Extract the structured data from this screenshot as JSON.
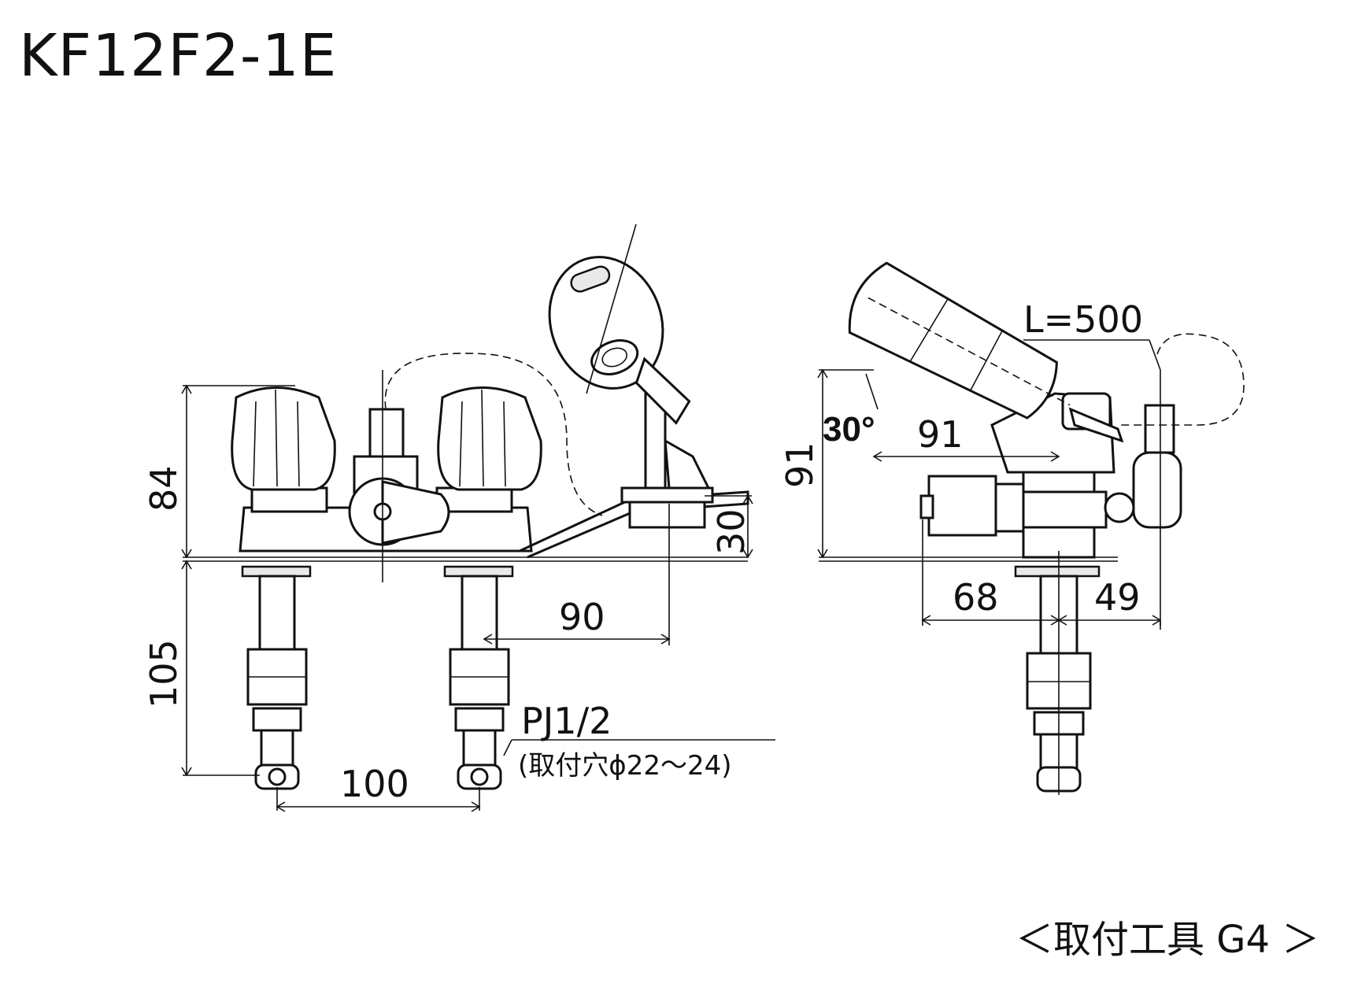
{
  "title": "KF12F2-1E",
  "front_view": {
    "height_above_deck": "84",
    "height_below_deck": "105",
    "deck_to_holder": "30",
    "holder_offset": "90",
    "hole_pitch": "100",
    "thread": "PJ1/2",
    "hole_note": "(取付穴ϕ22～24)"
  },
  "side_view": {
    "hose_length": "L=500",
    "angle": "30°",
    "total_height": "91",
    "reach": "91",
    "left_offset": "68",
    "right_offset": "49"
  },
  "tool_note": "＜取付工具 G4 ＞"
}
